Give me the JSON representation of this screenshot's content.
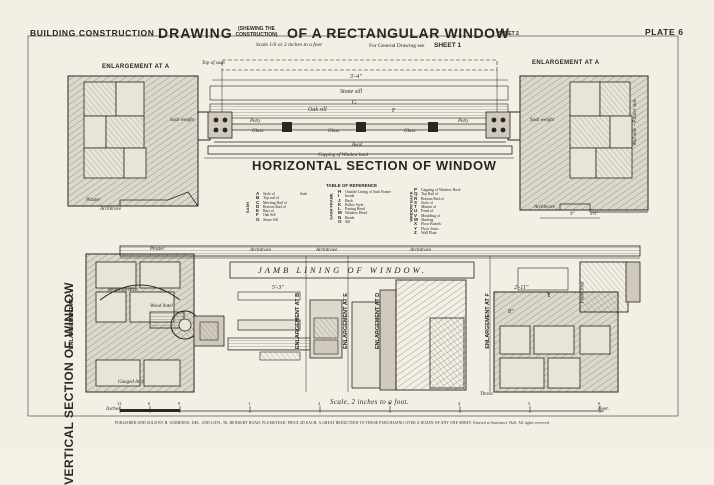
{
  "header": {
    "left": "BUILDING CONSTRUCTION",
    "title_part1": "DRAWING",
    "title_showing": "(SHEWING THE CONSTRUCTION)",
    "title_part2": "OF A RECTANGULAR WINDOW",
    "sheet": "SHEET 2",
    "plate": "PLATE 6",
    "scale": "Scale 1/6 or 2 inches to a foot",
    "general_drawing": "For General Drawing see",
    "general_sheet": "SHEET 1"
  },
  "horizontal_section": {
    "title": "HORIZONTAL SECTION OF WINDOW",
    "enlargement_left": "ENLARGEMENT AT A",
    "enlargement_right": "ENLARGEMENT AT A",
    "labels": {
      "top_of_sash": "Top of sash",
      "dimension": "3'-4\"",
      "stone_sill": "Stone sill",
      "oak_sill": "Oak sill",
      "f": "F",
      "g": "G",
      "putty_left": "Putty",
      "glass_left": "Glass",
      "glass_mid": "Glass",
      "glass_right": "Glass",
      "putty_right": "Putty",
      "bead": "Bead",
      "capping": "Capping of Window back",
      "sash_weight_left": "Sash weight",
      "sash_weight_right": "Sash weight",
      "plaster": "Plaster",
      "architrave": "Architrave",
      "architrave_r": "Architrave",
      "dim_9": "9\"",
      "dim_3_4": "3½\"",
      "sill_side": "Wall side – Plaster side"
    }
  },
  "reference": {
    "title": "TABLE OF REFERENCE",
    "group1": "SASH",
    "group1_letters": [
      "A",
      "B",
      "C",
      "D",
      "E",
      "F",
      "G"
    ],
    "group1_items": [
      "Style of",
      "Top rail of",
      "Meeting Rail of",
      "Bottom Rail of",
      "Bars of",
      "Oak Sill",
      "Stone Sill"
    ],
    "group1_suffix": "Sash",
    "group2": "SASH FRAME",
    "group2_letters": [
      "H",
      "I",
      "J",
      "K",
      "L",
      "M",
      "N",
      "O"
    ],
    "group2_items": [
      "Outside Lining of Sash Frame",
      "Inside",
      "Back",
      "Pulley Style",
      "Parting Bead",
      "Window Head",
      "Beads",
      "Sill"
    ],
    "group3": "WINDOW BACK",
    "group3_letters": [
      "P",
      "Q",
      "R",
      "S",
      "T",
      "U",
      "V",
      "W",
      "X",
      "Y",
      "Z"
    ],
    "group3_items": [
      "Capping of Window Back",
      "Top Rail of",
      "Bottom Rail of",
      "Style of",
      "Muntin of",
      "Panel of",
      "Moulding of",
      "Skirting",
      "Floor Boards",
      "Floor Joists",
      "Wall Plate"
    ]
  },
  "vertical_section": {
    "title": "VERTICAL SECTION OF WINDOW",
    "enlargement_c": "ENLARGEMENT AT C",
    "enlargement_b": "ENLARGEMENT AT B",
    "enlargement_e": "ENLARGEMENT AT E",
    "enlargement_d": "ENLARGEMENT AT D",
    "enlargement_f": "ENLARGEMENT AT F",
    "jamb_text": "JAMB  LINING  OF  WINDOW.",
    "labels": {
      "plaster": "Plaster",
      "architrave1": "Architrave",
      "architrave2": "Architrave",
      "architrave3": "Architrave",
      "dim_5_3": "5'-3\"",
      "dim_2_11": "2'-11\"",
      "dim_8": "8\"",
      "y": "Y",
      "floor_joist": "Floor Joist",
      "relieving_arch": "Relieving Arch",
      "wood_lintel": "Wood lintel",
      "gauged_arch": "Gauged Arch",
      "threshold": "Threst."
    }
  },
  "scale_bar": {
    "label": "Scale, 2 inches to a foot.",
    "inches": "Inches.",
    "feet": "Feet.",
    "ticks": [
      "12",
      "6",
      "0",
      "1",
      "2",
      "3",
      "4",
      "5",
      "6"
    ]
  },
  "footer": {
    "text": "PUBLISHED AND SOLD BY H. GUBBIDGE, DEL. AND LITH., 96, HENBURY ROAD, PLUMSTEAD. PRICE 2D EACH. A GREAT REDUCTION TO THOSE PURCHASING OVER A DOZEN OF ANY ONE SHEET. Entered at Stationers' Hall. All rights reserved."
  },
  "colors": {
    "paper": "#f3efe4",
    "ink": "#2a2622",
    "wall": "#dcd8cc"
  }
}
